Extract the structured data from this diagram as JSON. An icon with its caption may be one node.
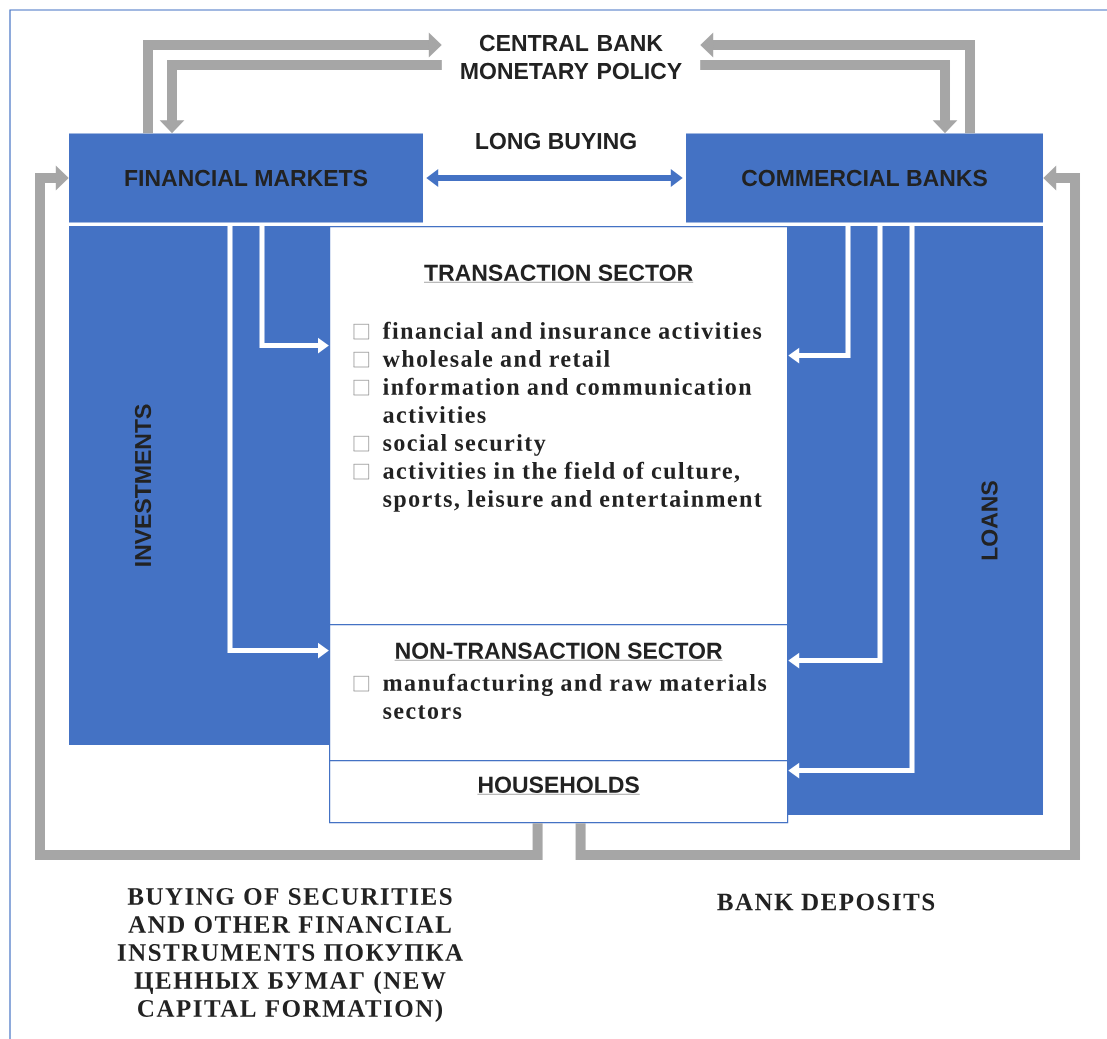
{
  "diagram": {
    "nodes": [
      {
        "text": [
          "CENTRAL BANK MONETARY POLICY"
        ]
      },
      {
        "text": [
          "FINANCIAL MARKETS"
        ]
      },
      {
        "text": [
          "COMMERCIAL BANKS"
        ]
      },
      {
        "text": [
          "INVESTMENTS"
        ]
      },
      {
        "text": [
          "TRANSACTION SECTOR",
          "financial and insurance activities",
          "wholesale and retail",
          "information and communication activities",
          "social security",
          "activities in the field of culture, sports, leisure and entertainment"
        ]
      },
      {
        "text": [
          "NON-TRANSACTION SECTOR",
          "manufacturing and raw materials sectors"
        ]
      },
      {
        "text": [
          "HOUSEHOLDS"
        ]
      },
      {
        "text": [
          "LOANS"
        ]
      }
    ],
    "edges": [
      {
        "from": 1,
        "to": 0,
        "arrow": "to"
      },
      {
        "from": 0,
        "to": 1,
        "arrow": "to"
      },
      {
        "from": 2,
        "to": 0,
        "arrow": "to"
      },
      {
        "from": 0,
        "to": 2,
        "arrow": "to"
      },
      {
        "from": 1,
        "to": 2,
        "arrow": "both",
        "label": "LONG BUYING",
        "color": "#4472c4"
      },
      {
        "from": 3,
        "to": 4,
        "arrow": "to",
        "color": "#ffffff"
      },
      {
        "from": 3,
        "to": 5,
        "arrow": "to",
        "color": "#ffffff"
      },
      {
        "from": 7,
        "to": 4,
        "arrow": "to",
        "color": "#ffffff"
      },
      {
        "from": 7,
        "to": 5,
        "arrow": "to",
        "color": "#ffffff"
      },
      {
        "from": 7,
        "to": 6,
        "arrow": "to",
        "color": "#ffffff"
      },
      {
        "from": 6,
        "to": 1,
        "arrow": "to",
        "label": "BUYING OF SECURITIES AND OTHER FINANCIAL INSTRUMENTS ПОКУПКА ЦЕННЫХ БУМАГ (NEW CAPITAL FORMATION)"
      },
      {
        "from": 6,
        "to": 2,
        "arrow": "to",
        "label": "BANK DEPOSITS"
      }
    ]
  }
}
